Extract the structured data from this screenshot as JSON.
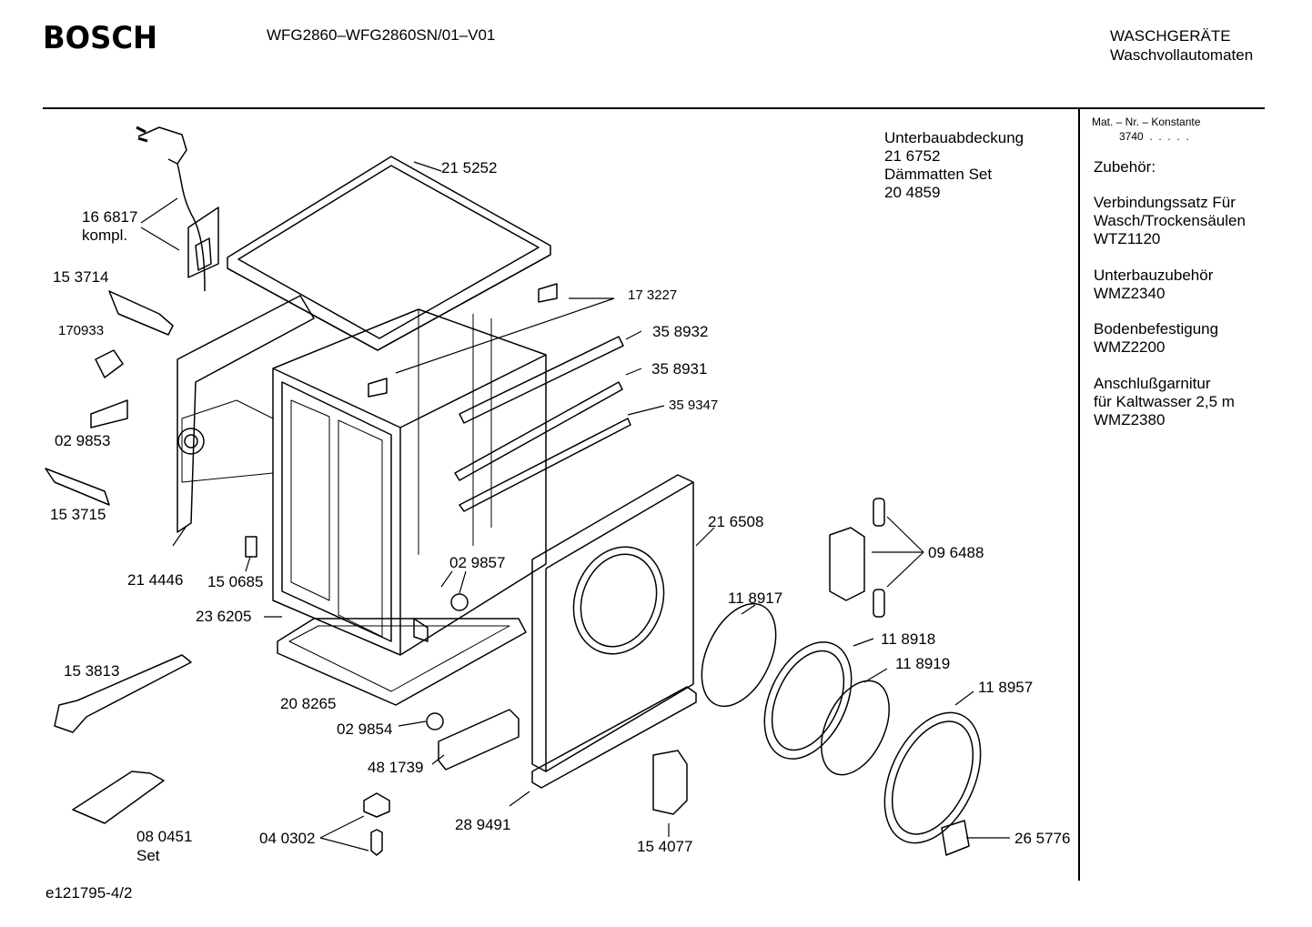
{
  "header": {
    "brand": "BOSCH",
    "model": "WFG2860–WFG2860SN/01–V01",
    "category_line1": "WASCHGERÄTE",
    "category_line2": "Waschvollautomaten"
  },
  "sidebar": {
    "mat_nr_label": "Mat. – Nr. – Konstante",
    "mat_nr_value": "3740  .  .  .  .  .",
    "accessories_heading": "Zubehör:",
    "items": [
      {
        "line1": "Verbindungssatz Für",
        "line2": "Wasch/Trockensäulen",
        "line3": "WTZ1120"
      },
      {
        "line1": "Unterbauzubehör",
        "line2": "WMZ2340",
        "line3": ""
      },
      {
        "line1": "Bodenbefestigung",
        "line2": "WMZ2200",
        "line3": ""
      },
      {
        "line1": "Anschlußgarnitur",
        "line2": "für Kaltwasser 2,5 m",
        "line3": "WMZ2380"
      }
    ]
  },
  "notes": {
    "line1": "Unterbauabdeckung",
    "line2": "21 6752",
    "line3": "Dämmatten Set",
    "line4": "20 4859"
  },
  "parts": {
    "p166817": "16 6817",
    "p166817_sub": "kompl.",
    "p215252": "21 5252",
    "p153714": "15 3714",
    "p170933": "170933",
    "p029853": "02 9853",
    "p153715": "15 3715",
    "p214446": "21 4446",
    "p150685": "15 0685",
    "p236205": "23 6205",
    "p153813": "15 3813",
    "p208265": "20 8265",
    "p029854": "02 9854",
    "p481739": "48 1739",
    "p080451": "08 0451",
    "p080451_sub": "Set",
    "p040302": "04 0302",
    "p289491": "28 9491",
    "p154077": "15 4077",
    "p029857": "02 9857",
    "p173227": "17 3227",
    "p358932": "35 8932",
    "p358931": "35 8931",
    "p359347": "35 9347",
    "p216508": "21 6508",
    "p096488": "09 6488",
    "p118917": "11 8917",
    "p118918": "11 8918",
    "p118919": "11 8919",
    "p118957": "11 8957",
    "p265776": "26 5776"
  },
  "footer": {
    "drawing_id": "e121795-4/2"
  }
}
